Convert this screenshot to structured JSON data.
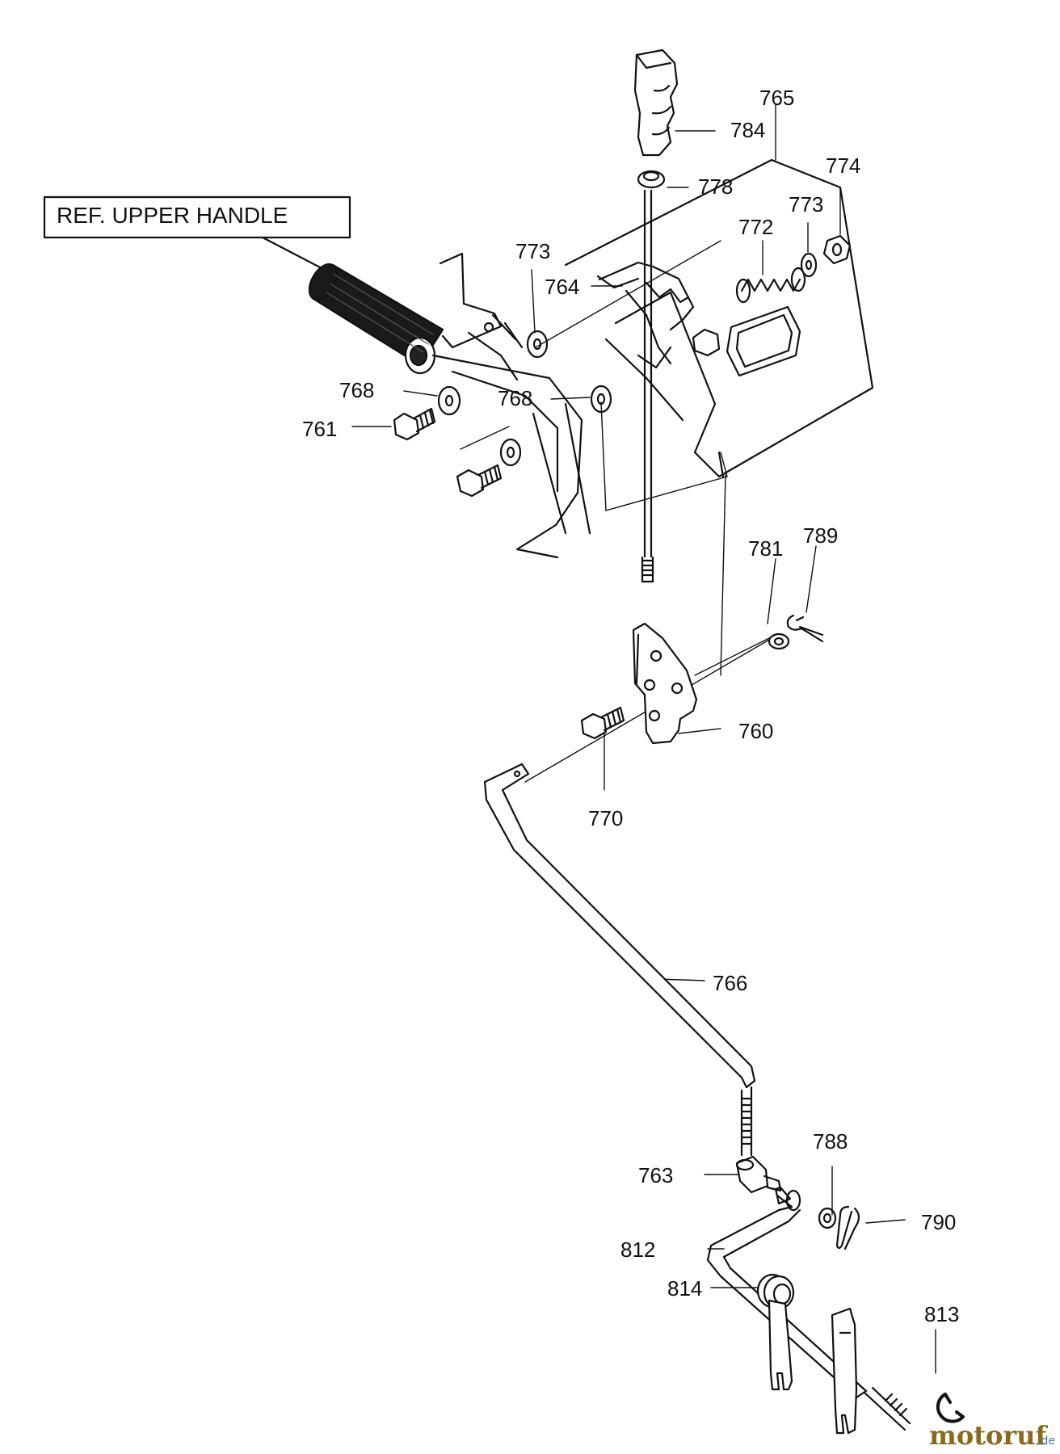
{
  "reference_label": "REF. UPPER HANDLE",
  "part_numbers": [
    "765",
    "784",
    "778",
    "774",
    "773",
    "772",
    "773",
    "764",
    "768",
    "768",
    "761",
    "781",
    "789",
    "760",
    "770",
    "766",
    "788",
    "763",
    "790",
    "812",
    "814",
    "813"
  ],
  "watermark": {
    "brand": "motoruf",
    "tld": ".de"
  }
}
